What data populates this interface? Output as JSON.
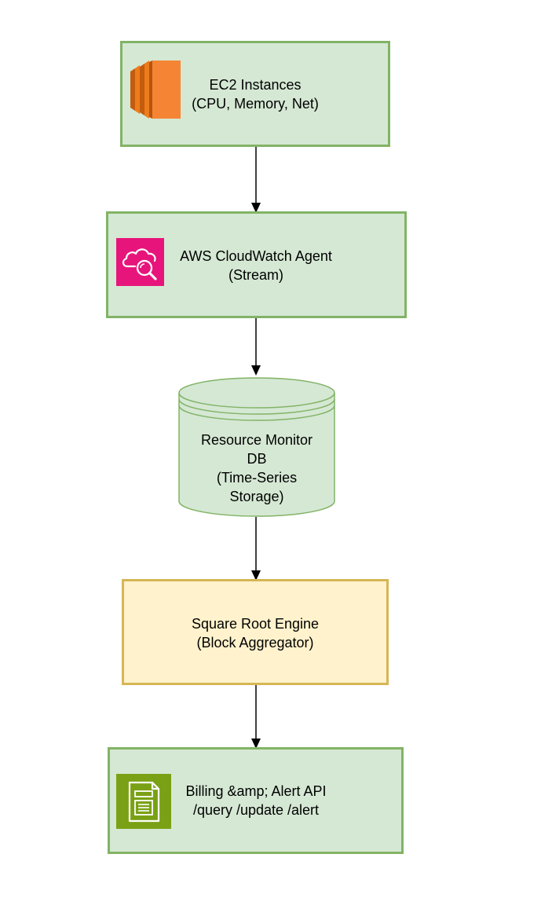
{
  "colors": {
    "green_fill": "#d5e8d4",
    "green_stroke": "#82b366",
    "yellow_fill": "#fff2cc",
    "yellow_stroke": "#d6b656",
    "ec2_orange": "#ed7d1c",
    "cloudwatch_pink": "#e7157b",
    "billing_green": "#7aa116",
    "edge": "#000000"
  },
  "nodes": {
    "ec2": {
      "icon": "ec2-instances-icon",
      "line1": "EC2 Instances",
      "line2": "(CPU, Memory, Net)"
    },
    "cloudwatch": {
      "icon": "cloudwatch-agent-icon",
      "line1": "AWS CloudWatch Agent",
      "line2": "(Stream)"
    },
    "db": {
      "line1": "Resource Monitor",
      "line2": "DB",
      "line3": "(Time-Series",
      "line4": "Storage)"
    },
    "engine": {
      "line1": "Square Root Engine",
      "line2": "(Block Aggregator)"
    },
    "api": {
      "icon": "billing-document-icon",
      "line1": "Billing &amp; Alert API",
      "line2": "/query /update /alert"
    }
  },
  "edges": [
    {
      "from": "ec2",
      "to": "cloudwatch"
    },
    {
      "from": "cloudwatch",
      "to": "db"
    },
    {
      "from": "db",
      "to": "engine"
    },
    {
      "from": "engine",
      "to": "api"
    }
  ]
}
